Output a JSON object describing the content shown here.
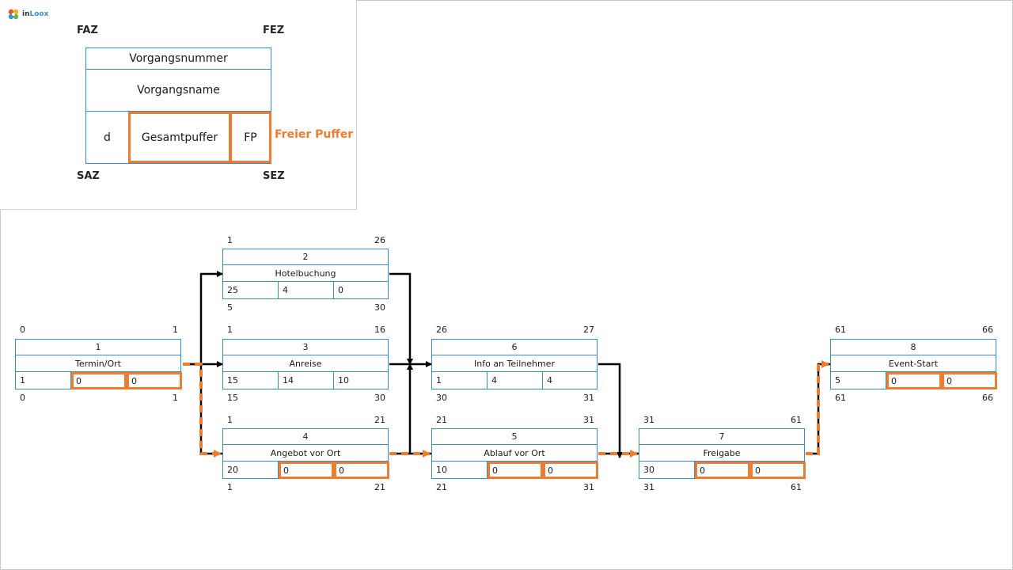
{
  "brand": {
    "logo_text_a": "in",
    "logo_text_b": "Loox"
  },
  "legend": {
    "faz": "FAZ",
    "fez": "FEZ",
    "saz": "SAZ",
    "sez": "SEZ",
    "vorgangsnummer": "Vorgangsnummer",
    "vorgangsname": "Vorgangsname",
    "d": "d",
    "gesamtpuffer": "Gesamtpuffer",
    "fp": "FP",
    "freier_puffer": "Freier Puffer"
  },
  "colors": {
    "critical": "#ed7d31",
    "border": "#3a8cc8",
    "arrow": "#000000"
  },
  "nodes": [
    {
      "id": "1",
      "name": "Termin/Ort",
      "d": "1",
      "gp": "0",
      "fp": "0",
      "faz": "0",
      "fez": "1",
      "saz": "0",
      "sez": "1",
      "critical": true
    },
    {
      "id": "2",
      "name": "Hotelbuchung",
      "d": "25",
      "gp": "4",
      "fp": "0",
      "faz": "1",
      "fez": "26",
      "saz": "5",
      "sez": "30",
      "critical": false
    },
    {
      "id": "3",
      "name": "Anreise",
      "d": "15",
      "gp": "14",
      "fp": "10",
      "faz": "1",
      "fez": "16",
      "saz": "15",
      "sez": "30",
      "critical": false
    },
    {
      "id": "4",
      "name": "Angebot vor Ort",
      "d": "20",
      "gp": "0",
      "fp": "0",
      "faz": "1",
      "fez": "21",
      "saz": "1",
      "sez": "21",
      "critical": true
    },
    {
      "id": "6",
      "name": "Info an Teilnehmer",
      "d": "1",
      "gp": "4",
      "fp": "4",
      "faz": "26",
      "fez": "27",
      "saz": "30",
      "sez": "31",
      "critical": false
    },
    {
      "id": "5",
      "name": "Ablauf vor Ort",
      "d": "10",
      "gp": "0",
      "fp": "0",
      "faz": "21",
      "fez": "31",
      "saz": "21",
      "sez": "31",
      "critical": true
    },
    {
      "id": "7",
      "name": "Freigabe",
      "d": "30",
      "gp": "0",
      "fp": "0",
      "faz": "31",
      "fez": "61",
      "saz": "31",
      "sez": "61",
      "critical": true
    },
    {
      "id": "8",
      "name": "Event-Start",
      "d": "5",
      "gp": "0",
      "fp": "0",
      "faz": "61",
      "fez": "66",
      "saz": "61",
      "sez": "66",
      "critical": true
    }
  ]
}
